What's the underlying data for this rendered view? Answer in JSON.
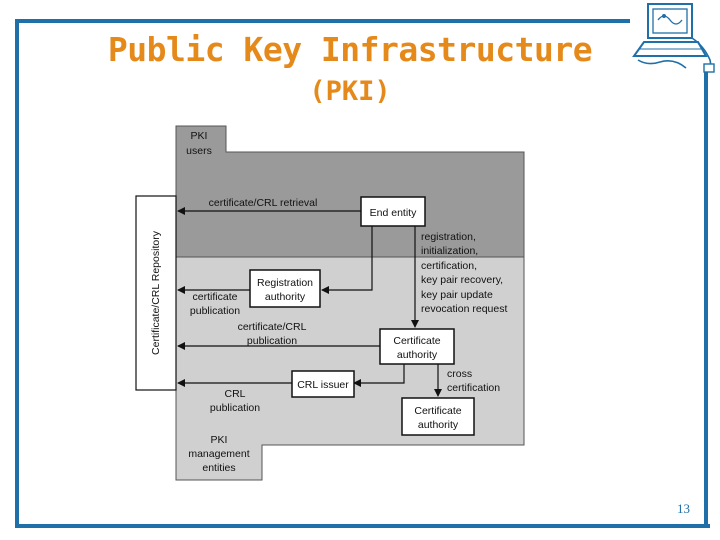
{
  "slide": {
    "title_line1": "Public Key Infrastructure",
    "title_line2": "(PKI)",
    "page_number": "13"
  },
  "diagram": {
    "repository_label": "Certificate/CRL Repository",
    "pki_users_label": [
      "PKI",
      "users"
    ],
    "pki_management_label": [
      "PKI",
      "management",
      "entities"
    ],
    "end_entity": "End entity",
    "registration_authority": [
      "Registration",
      "authority"
    ],
    "certificate_authority_1": [
      "Certificate",
      "authority"
    ],
    "certificate_authority_2": [
      "Certificate",
      "authority"
    ],
    "crl_issuer": "CRL issuer",
    "certificate_crl_retrieval": "certificate/CRL retrieval",
    "certificate_publication": [
      "certificate",
      "publication"
    ],
    "certificate_crl_publication": [
      "certificate/CRL",
      "publication"
    ],
    "crl_publication": [
      "CRL",
      "publication"
    ],
    "management_functions": [
      "registration,",
      "initialization,",
      "certification,",
      "key pair recovery,",
      "key pair update",
      "revocation request"
    ],
    "cross_certification": [
      "cross",
      "certification"
    ]
  },
  "colors": {
    "frame": "#1f6fa8",
    "title": "#e58a1a",
    "users_region": "#9a9a9a",
    "management_region": "#d0d0d0"
  }
}
